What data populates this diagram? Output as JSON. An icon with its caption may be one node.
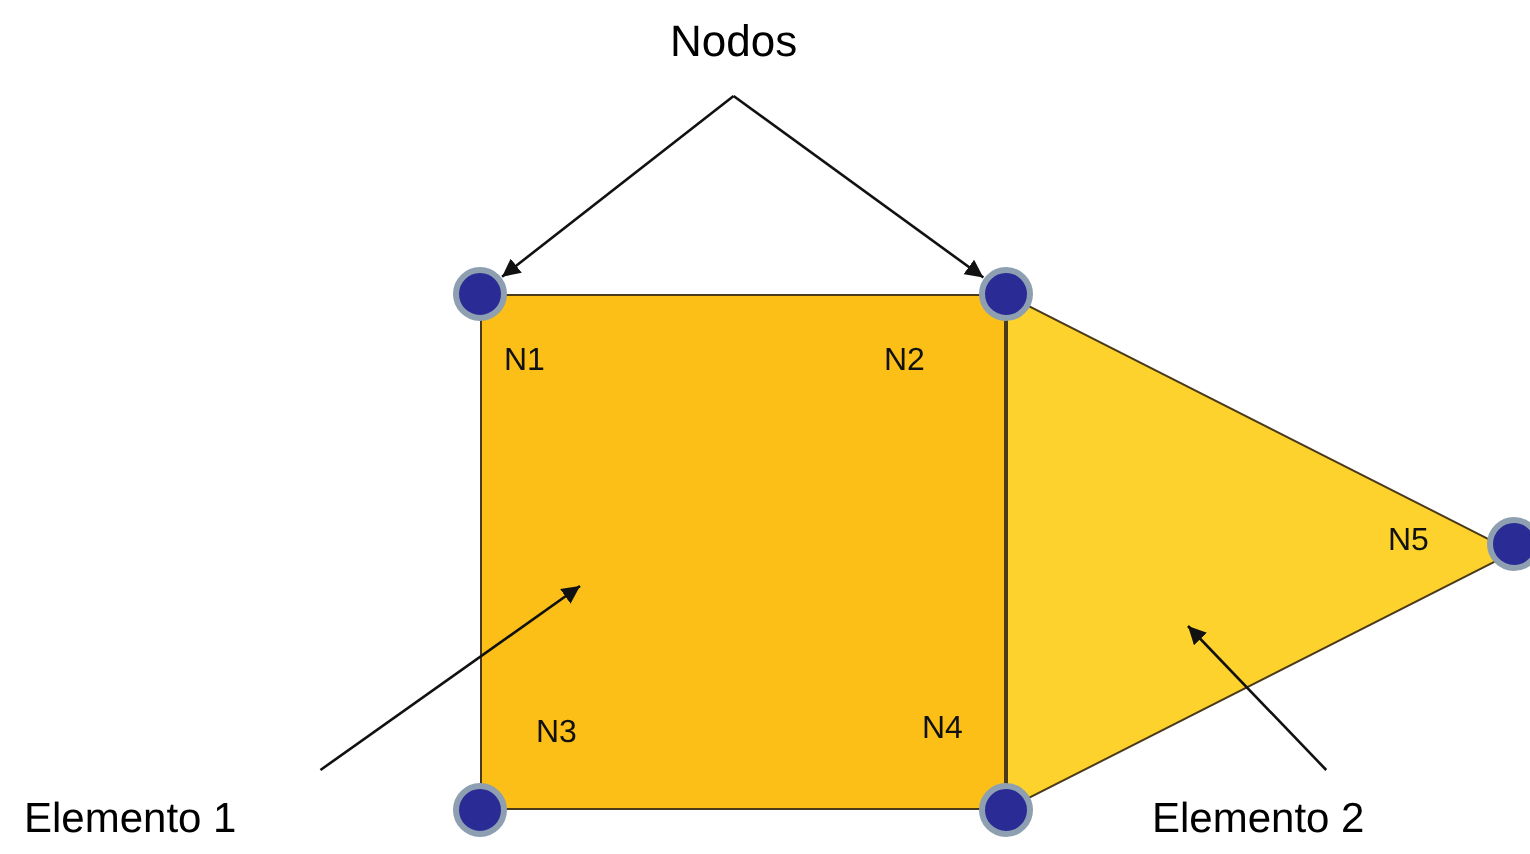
{
  "diagram": {
    "nodes": [
      {
        "text": [
          "Nodos"
        ]
      },
      {
        "text": [],
        "shape": "circle"
      },
      {
        "text": [],
        "shape": "circle"
      },
      {
        "text": [],
        "shape": "circle"
      },
      {
        "text": [],
        "shape": "circle"
      },
      {
        "text": [],
        "shape": "circle"
      },
      {
        "text": [],
        "shape": "box"
      },
      {
        "text": [],
        "shape": "triangle"
      },
      {
        "text": [
          "Elemento 1"
        ]
      },
      {
        "text": [
          "Elemento 2"
        ]
      }
    ],
    "edges": [
      {
        "from": 0,
        "to": 1,
        "arrow": "to"
      },
      {
        "from": 0,
        "to": 2,
        "arrow": "to"
      },
      {
        "from": 8,
        "to": 6,
        "arrow": "to"
      },
      {
        "from": 9,
        "to": 7,
        "arrow": "to"
      }
    ],
    "labels": [
      "N1",
      "N2",
      "N5",
      "N3",
      "N4"
    ]
  }
}
